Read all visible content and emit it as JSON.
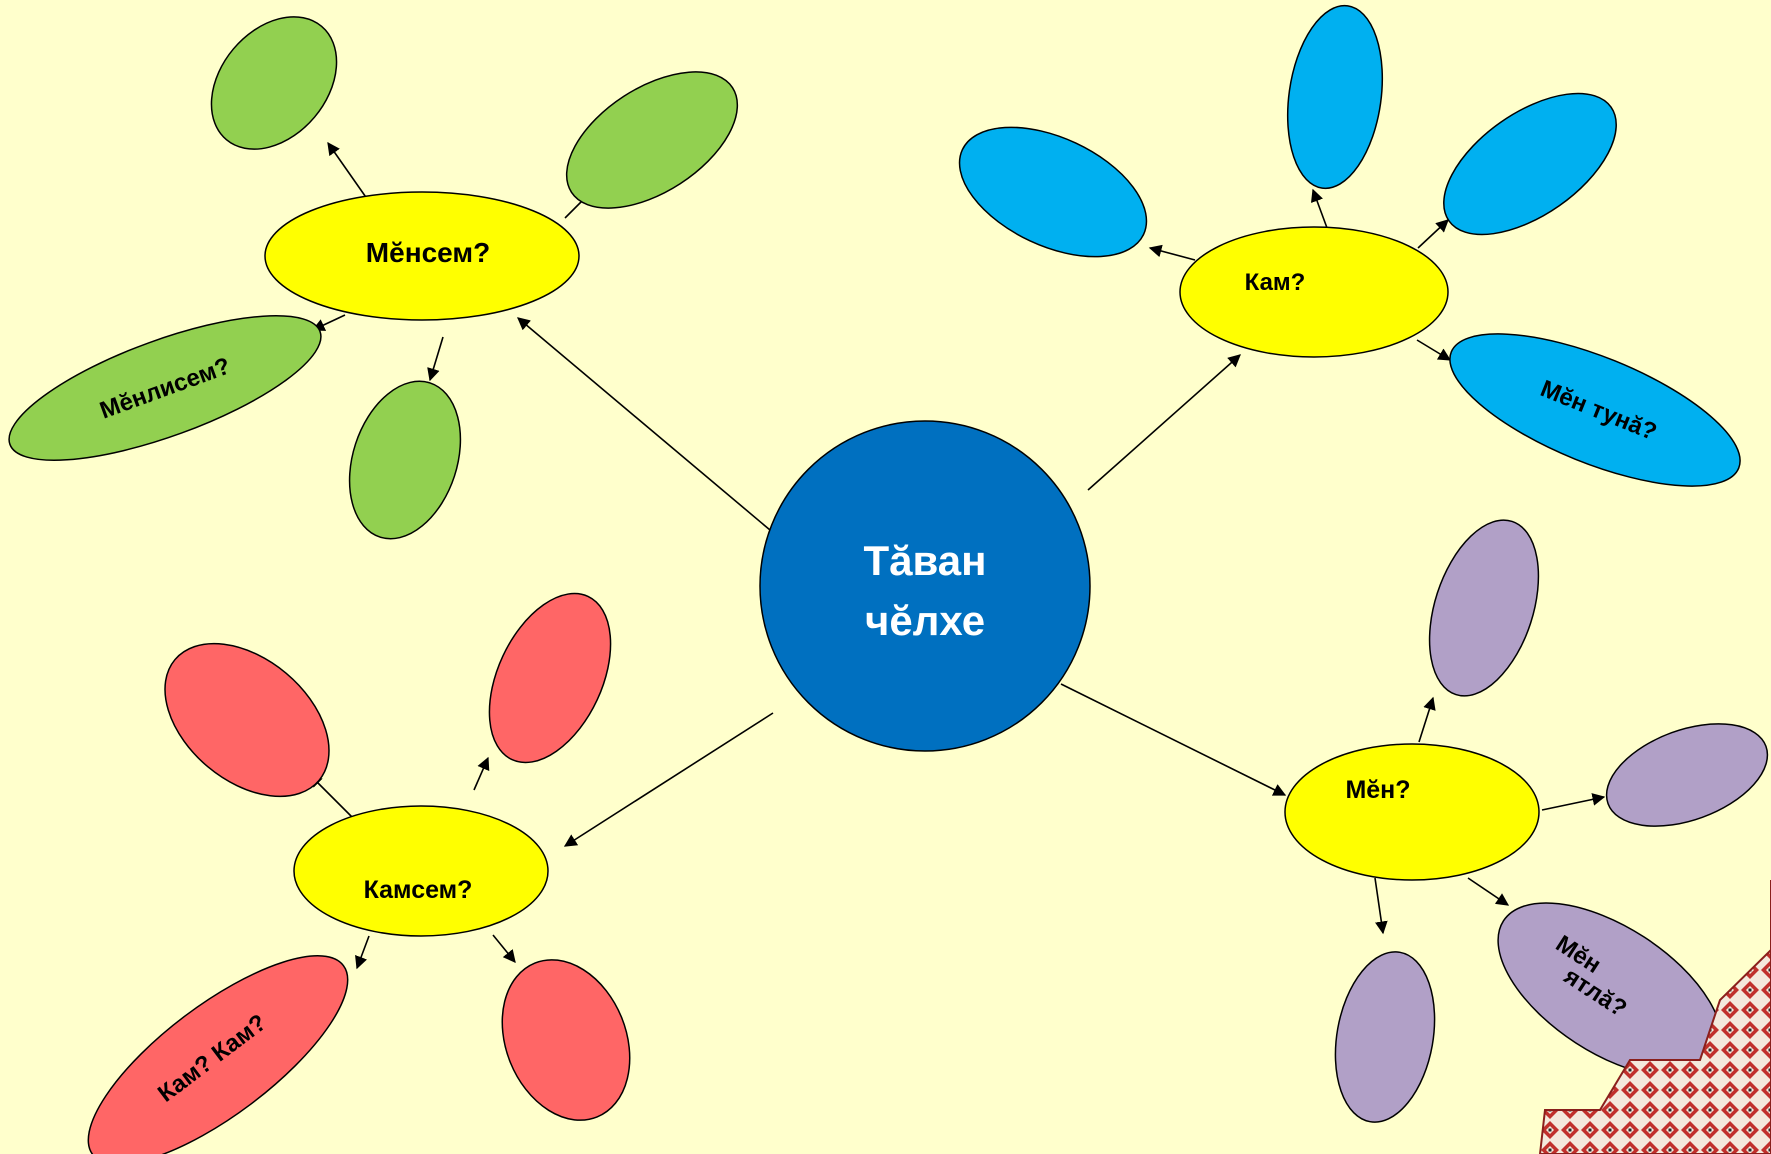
{
  "colors": {
    "background": "#ffffcc",
    "center": "#0070c0",
    "hub": "#ffff00",
    "green": "#92d050",
    "blue": "#00b0f0",
    "red": "#ff6666",
    "purple": "#b1a0c7"
  },
  "center": {
    "line1": "Тăван",
    "line2": "чĕлхе"
  },
  "hubs": {
    "menseme": "Мĕнсем?",
    "kam": "Кам?",
    "kamsem": "Камсем?",
    "men": "Мĕн?"
  },
  "leaves": {
    "menlisem": "Мĕнлисем?",
    "men_tuna": "Мĕн тунă?",
    "kam_kam": "Кам? Кам?",
    "men_yatla_line1": "Мĕн",
    "men_yatla_line2": "ятлă?"
  }
}
